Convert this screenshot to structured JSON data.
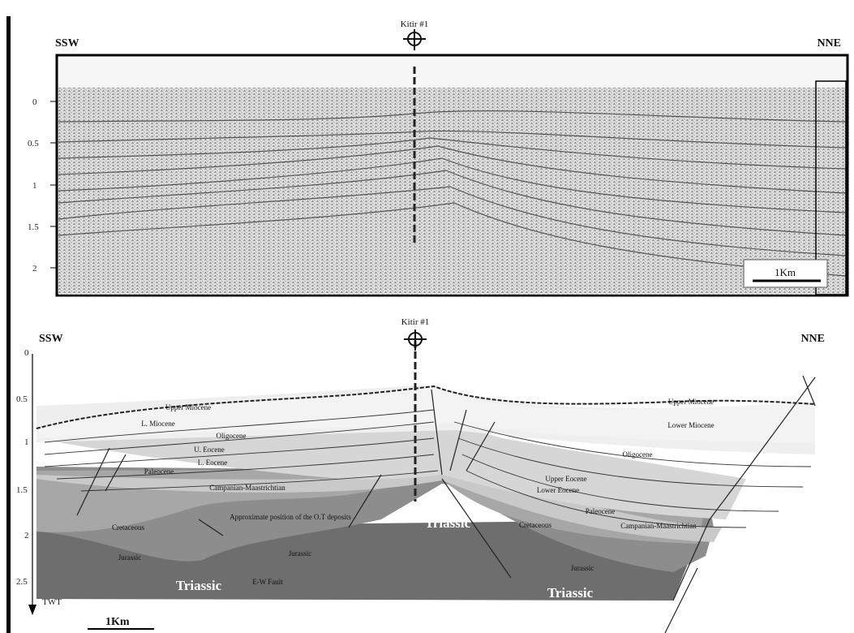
{
  "seismic_section": {
    "well_label": "Kitir #1",
    "left_direction": "SSW",
    "right_direction": "NNE",
    "depth_ticks": [
      "0",
      "0.5",
      "1",
      "1.5",
      "2"
    ],
    "scale_label": "1Km"
  },
  "interpreted_section": {
    "well_label": "Kitir #1",
    "left_direction": "SSW",
    "right_direction": "NNE",
    "depth_ticks": [
      "0",
      "0.5",
      "1",
      "1.5",
      "2",
      "2.5"
    ],
    "twt_label": "TWT",
    "scale_label": "1Km",
    "formations": {
      "upper_miocene_left": "Upper Miocene",
      "l_miocene": "L. Miocene",
      "oligocene_left": "Oligocene",
      "u_eocene": "U. Eocene",
      "l_eocene": "L. Eocene",
      "paleocene_left": "Paleocene",
      "campanian_left": "Campanian-Maastrichtian",
      "cretaceous_left": "Cretaceous",
      "approx_position": "Approximate position of the O.T deposits",
      "jurassic_left": "Jurassic",
      "jurassic_mid": "Jurassic",
      "ew_fault": "E-W Fault",
      "triassic_left": "Triassic",
      "triassic_center": "Triassic",
      "upper_miocene_right": "Upper Miocene",
      "lower_miocene": "Lower Miocene",
      "oligocene_right": "Oligocene",
      "upper_eocene": "Upper Eocene",
      "lower_eocene": "Lower Eocene",
      "paleocene_right": "Paleocene",
      "cretaceous_right": "Cretaceous",
      "campanian_right": "Campanian-Maastrichtian",
      "jurassic_right": "Jurassic",
      "triassic_right": "Triassic"
    }
  }
}
